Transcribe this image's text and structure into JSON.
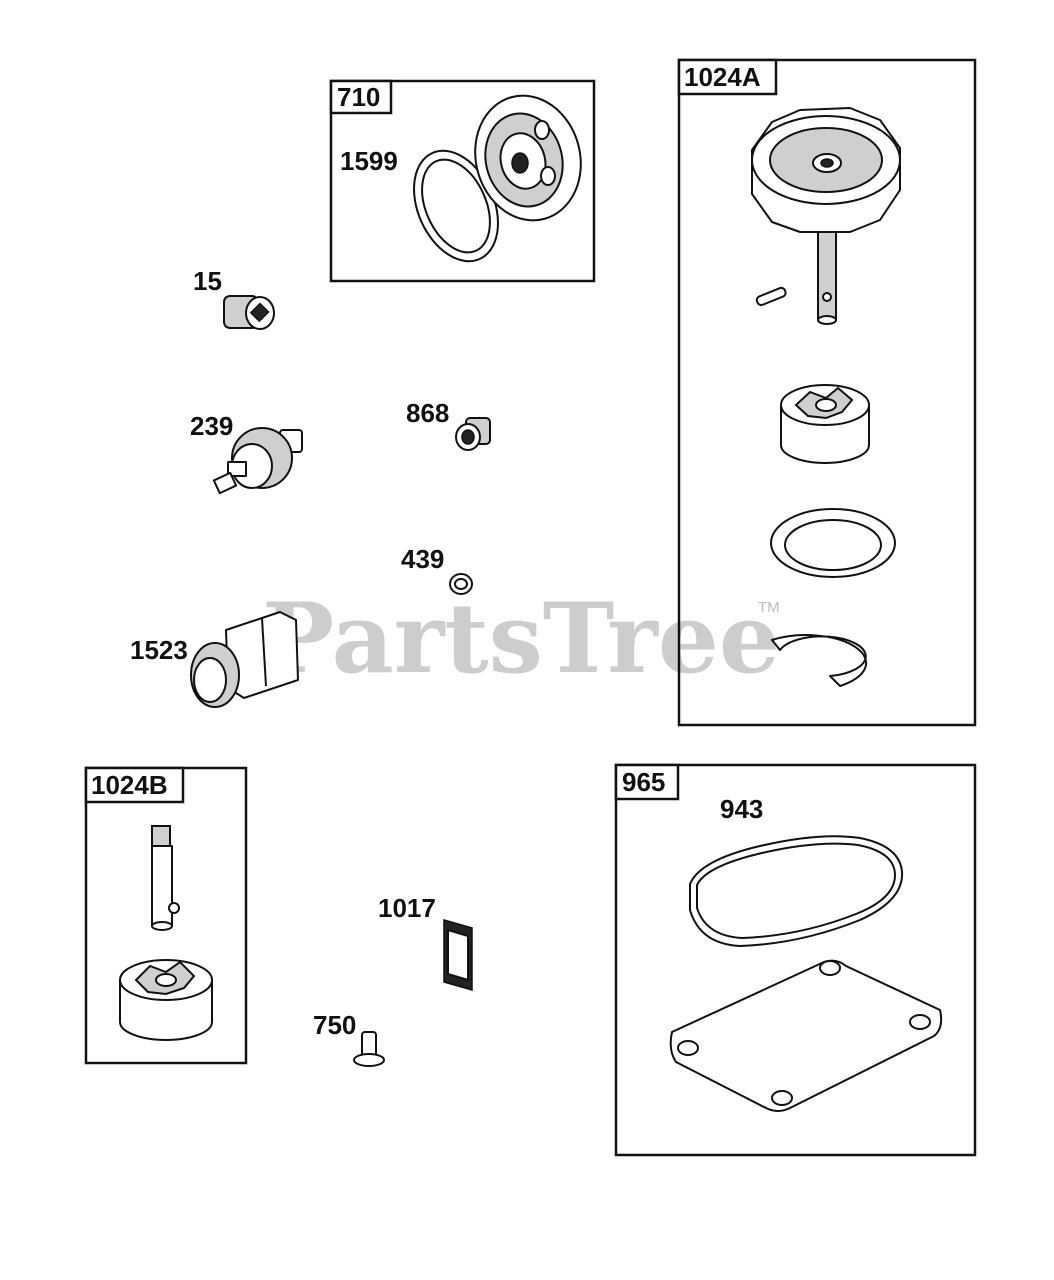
{
  "watermark": {
    "text": "PartsTree",
    "tm": "TM"
  },
  "groups": [
    {
      "id": "710",
      "label": "710"
    },
    {
      "id": "1024A",
      "label": "1024A"
    },
    {
      "id": "1024B",
      "label": "1024B"
    },
    {
      "id": "965",
      "label": "965"
    }
  ],
  "parts": {
    "p1599": "1599",
    "p15": "15",
    "p239": "239",
    "p868": "868",
    "p439": "439",
    "p1523": "1523",
    "p1017": "1017",
    "p750": "750",
    "p943": "943"
  }
}
